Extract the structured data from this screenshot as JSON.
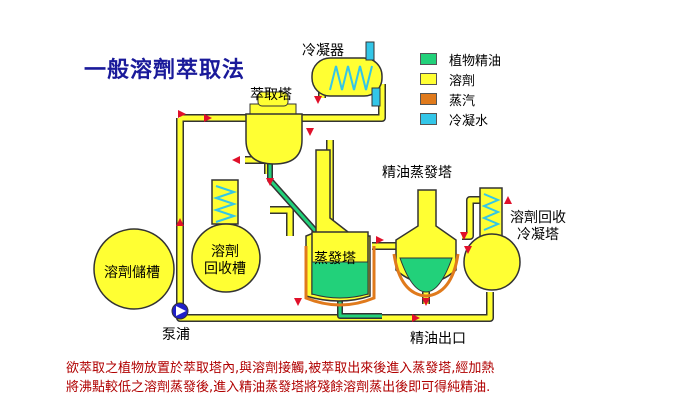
{
  "title": "一般溶劑萃取法",
  "legend": [
    {
      "label": "植物精油",
      "color": "#22d17a"
    },
    {
      "label": "溶劑",
      "color": "#ffff33"
    },
    {
      "label": "蒸汽",
      "color": "#e07a1c"
    },
    {
      "label": "冷凝水",
      "color": "#33c6e8"
    }
  ],
  "labels": {
    "condenser": "冷凝器",
    "extraction_tower": "萃取塔",
    "solvent_tank": "溶劑儲槽",
    "recovery_tank": "溶劑\n回收槽",
    "evaporator": "蒸發塔",
    "oil_evaporator": "精油蒸發塔",
    "recovery_condenser": "溶劑回收\n冷凝塔",
    "pump": "泵浦",
    "oil_outlet": "精油出口"
  },
  "caption": [
    "欲萃取之植物放置於萃取塔內,與溶劑接觸,被萃取出來後進入蒸發塔,經加熱",
    "將沸點較低之溶劑蒸發後,進入精油蒸發塔將殘餘溶劑蒸出後即可得純精油."
  ],
  "colors": {
    "pipe": "#ffff33",
    "outline": "#333333",
    "arrow": "#e0102a",
    "oil": "#22d17a",
    "steam": "#e07a1c",
    "water": "#33c6e8",
    "pump": "#2020c8"
  }
}
